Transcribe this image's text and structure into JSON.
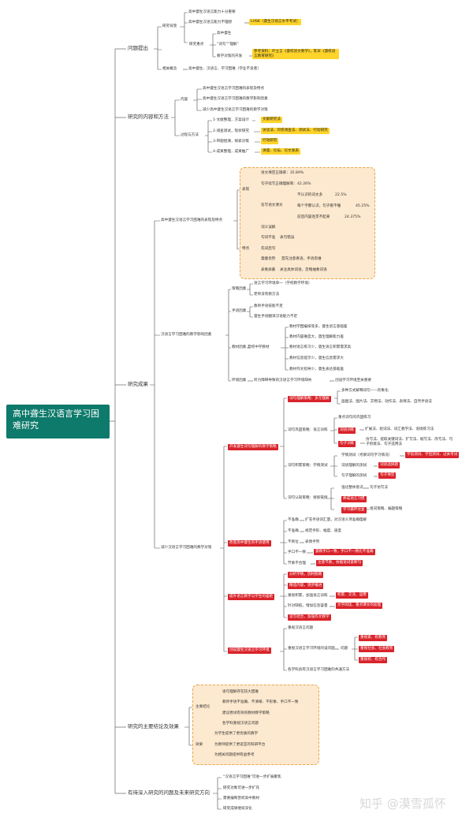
{
  "root": "高中聋生汉语言学习困难研究",
  "sections": {
    "s1": "问题提出",
    "s2": "研究的内容和方法",
    "s3": "研究成果",
    "s4": "研究的主要结论及效果",
    "s5": "有待深入研究的问题及未来研究方向"
  },
  "q": {
    "bg": "研究背景",
    "bg1": "高中聋生汉语言能力十分重要",
    "bg2": "高中聋生汉语言能力不理想",
    "bg2h": "LHSK（聋生汉语言水平考试）",
    "zd": "研究重点",
    "zd1": "高中聋生",
    "zd2": "“词句”“理解”",
    "zd3": "教学对策的开发",
    "zd3h": "参考资料：叶立言《聋校语文教学》，陈军《聋校语言教育研究》",
    "gn": "相关概念",
    "gn1": "高中聋生、汉语言、学习困难（学业不良者）"
  },
  "c": {
    "nr": "内容",
    "nr1": "高中聋生汉语言学习困难的表现及特点",
    "nr2": "高中聋生汉语言学习困难的教学影响因素",
    "nr3": "减少高中聋生汉语言学习困难的教学对策",
    "gc": "过程与方法",
    "gc1": "1-文献整理，方案设计",
    "gc1h": "文献研究法",
    "gc2": "2-调查测试，现状研究",
    "gc2h": "访谈法、问卷调查法、测试法、行动研究",
    "gc3": "3-带题授课，探索对策",
    "gc3h": "行动研究",
    "gc4": "4-成果整理，成果推广",
    "gc4h": "讲座、论坛、论文发表"
  },
  "r": {
    "b1": "高中聋生汉语言学习困难的表现及特点",
    "bx": "表现",
    "bx1": "语文填空正确率：35.89%",
    "bx2": "句子续写正确理解率：42.26%",
    "bx3": "答写语文课文",
    "bx3a": "不认识的词太多",
    "bx3av": "22.5%",
    "bx3b": "每个字都认识，句子看不懂",
    "bx3bv": "45.25%",
    "bx3c": "前后内容连贯不起来",
    "bx3cv": "24.375%",
    "td": "特点",
    "td1": "词义误解",
    "td2": "句词不准",
    "td2a": "表句错误",
    "td3": "先词后句",
    "td4": "聋童优势",
    "td4a": "首先注意真语，手语思维",
    "td5": "表象屏蔽",
    "td5a": "关注具体词语，忽略抽象词语",
    "b2": "汉语言学习困难的教学影响因素",
    "cl": "策略因素",
    "cl1": "语言学习环境单一（学校教学环境）",
    "cl2": "老师没有教方法",
    "sy": "手语因素",
    "sy1": "教师手语技能不足",
    "sy2": "聋生手语翻译汉语能力不足",
    "jc": "教材因素",
    "jc0": "普校中学教材",
    "jc1": "教材学困编排等多，聋生语言基础差",
    "jc2": "教材内容难度大，聋生理解能力差",
    "jc3": "教材语言练习少，聋生语言积累需求高",
    "jc4": "教材信息提示少，聋生信息需求大",
    "jc5": "教材作文指导少，聋生表达基础差",
    "hj": "环境因素",
    "hj1": "听力障碍导致的汉语言学习环境缺失",
    "hj1a": "创设学习环境至关重要",
    "b3": "减少汉语言学习困难的教学对策",
    "d1": "开发聋生词句理解的教学策略",
    "d1a": "词句理解策略：多元理解",
    "d1a1": "多种方式解释词句——形象化",
    "d1a2": "画图法、图片法、实物法、动作法、表情法、自然手语法",
    "d1b": "词句巩固策略：语言训练",
    "d1b1": "重点词句的巩固练习",
    "d1b2": "词语训练",
    "d1b2a": "扩展法、组词法、词汇教学法、语境练习法",
    "d1b3": "句子训练",
    "d1b3a": "仿写法、提取关键词法、扩写法、缩写法、改写法、句子衔接法、句子选用法",
    "d1c": "词句积累策略：学情测试",
    "d1c1": "学情测试（考察词句学习情况）",
    "d1c1h": "学前测试、学后测试、过关考试",
    "d1c2": "词语理解的测试",
    "d1c2h": "词语选择题",
    "d1c3": "句子理解的测试",
    "d1c3h": "句子填空",
    "d1d": "词句认知策略：搜索链接",
    "d1d1": "强化整体意识",
    "d1d1a": "句子仿写法",
    "d1d2": "养成语言习惯",
    "d1d3": "学习循环往复",
    "d1d3a": "组词策略、编题策略",
    "d2": "改变高中聋生的手语使用",
    "d2a": "不准确",
    "d2a1": "扩充手语词汇量，对汉语义项准确理解",
    "d2b": "不准确",
    "d2b1": "规范手形、幅度、速度",
    "d2c": "不到位",
    "d2c1": "表情手势",
    "d2d": "手口不一致",
    "d2d1": "聋教手口一致，手口不一致比不准确",
    "d2e": "节奏不合理",
    "d2e1": "注意节奏，依据语词意断句",
    "d3": "提升语言教学与学生的差距",
    "d3a": "分析学情，因材施教",
    "d3b": "精选内容，逐步推进",
    "d3c": "重视积累，加强语言训练",
    "d3ch": "积累、交流、运用",
    "d3d": "针对缺陷，增加信息容量",
    "d3dh": "文学阅读、重点课文的处理",
    "d3e": "读写结合，加强作文教学",
    "d4": "创设聋生汉语言学习环境",
    "d4a": "重视汉语言问题",
    "d4b": "重视汉语言学习环境的设问题",
    "d4b0": "问题",
    "d4b1": "重视家、校教育",
    "d4b2": "重视社会、社会教育",
    "d4b3": "重视校、校合作",
    "d4c": "各学科具有汉语言学习困难的共通方法"
  },
  "z": {
    "jl": "主要结论",
    "jl1": "语句理解存在较大困难",
    "jl2": "教师手语不准确、不清晰、不形象、手口不一致",
    "jl3": "建议尝试有效的教材教学策略",
    "jl4": "各学科重视汉语言问题",
    "xg": "效果",
    "xg1": "为学生提供了更优质的教学",
    "xg2": "为教师提供了更适宜的科研平台",
    "xg3": "为相关问题提供有益参考"
  },
  "w": {
    "w1": "“汉语言学习困难”可进一步扩展聚焦",
    "w2": "研究对象可进一步扩充",
    "w3": "需要编制普校高中教材",
    "w4": "研究成果继续深化"
  },
  "watermark": "知乎 @漠雪孤怀",
  "colors": {
    "root": "#0d7a6b",
    "red": "#d9232a",
    "yellow": "#ffd42a",
    "box": "#fde9cf",
    "line": "#4a4a4a"
  }
}
